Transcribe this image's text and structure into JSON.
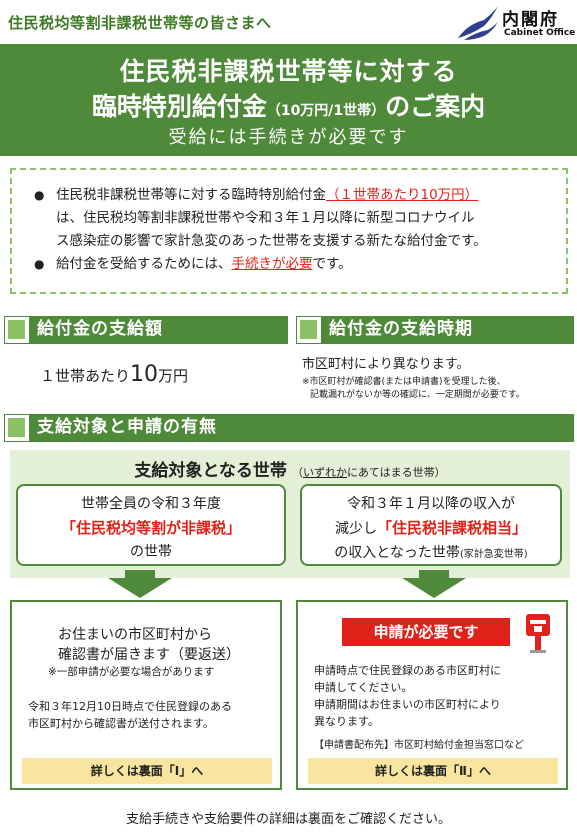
{
  "header": {
    "audience": "住民税均等割非課税世帯等の皆さまへ",
    "logo_name": "内閣府",
    "logo_sub": "Cabinet Office"
  },
  "banner": {
    "line1": "住民税非課税世帯等に対する",
    "line2_a": "臨時特別給付金",
    "line2_small": "（10万円/1世帯）",
    "line2_b": "のご案内",
    "line3": "受給には手続きが必要です"
  },
  "intro": {
    "bullet1_a": "住民税非課税世帯等に対する臨時特別給付金",
    "bullet1_red": "（１世帯あたり10万円）",
    "bullet1_b": "は、住民税均等割非課税世帯や令和３年１月以降に新型コロナウイル",
    "bullet1_c": "ス感染症の影響で家計急変のあった世帯を支援する新たな給付金です。",
    "bullet2_a": "給付金を受給するためには、",
    "bullet2_red": "手続きが必要",
    "bullet2_b": "です。"
  },
  "amount_section": {
    "heading": "給付金の支給額",
    "text_a": "１世帯あたり",
    "text_big": "10",
    "text_b": "万円"
  },
  "timing_section": {
    "heading": "給付金の支給時期",
    "text": "市区町村により異なります。",
    "note1": "※市区町村が確認書(または申請書)を受理した後、",
    "note2": "記載漏れがないか等の確認に、一定期間が必要です。"
  },
  "target_section": {
    "heading": "支給対象と申請の有無",
    "title": "支給対象となる世帯",
    "subtitle_a": "（",
    "subtitle_u": "いずれか",
    "subtitle_b": "にあてはまる世帯）",
    "box1_l1": "世帯全員の令和３年度",
    "box1_red": "「住民税均等割が非課税」",
    "box1_l3": "の世帯",
    "box2_l1": "令和３年１月以降の収入が",
    "box2_l2a": "減少し",
    "box2_red": "「住民税非課税相当」",
    "box2_l3": "の収入となった世帯",
    "box2_sm": "(家計急変世帯)"
  },
  "result1": {
    "l1": "お住まいの市区町村から",
    "l2": "確認書が届きます（要返送）",
    "l3": "※一部申請が必要な場合があります",
    "l4": "令和３年12月10日時点で住民登録のある",
    "l5": "市区町村から確認書が送付されます。",
    "button": "詳しくは裏面「Ⅰ」へ"
  },
  "result2": {
    "badge": "申請が必要です",
    "l1": "申請時点で住民登録のある市区町村に",
    "l2": "申請してください。",
    "l3": "申請期間はお住まいの市区町村により",
    "l4": "異なります。",
    "note": "【申請書配布先】市区町村給付金担当窓口など",
    "button": "詳しくは裏面「Ⅱ」へ"
  },
  "footer": "支給手続きや支給要件の詳細は裏面をご確認ください。",
  "colors": {
    "green": "#4f8a3a",
    "light_green": "#8cc266",
    "red": "#e0231a",
    "pale_green": "#e4efd8",
    "yellow": "#f8e6a0"
  }
}
